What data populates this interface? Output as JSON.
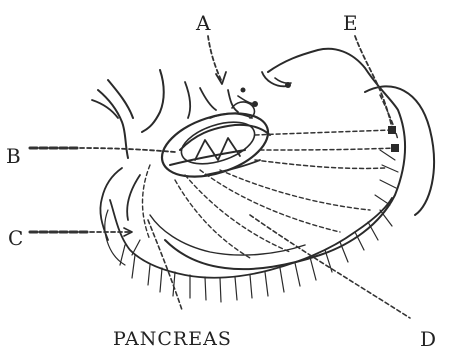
{
  "labels": {
    "a": "A",
    "b": "B",
    "c": "C",
    "d": "D",
    "e": "E",
    "pancreas": "PANCREAS"
  }
}
